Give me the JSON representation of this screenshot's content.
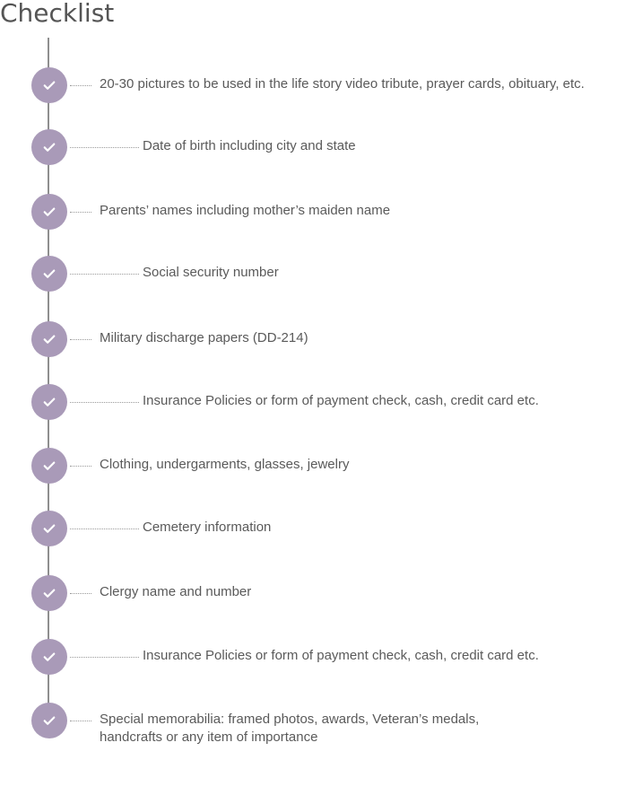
{
  "title": "Checklist",
  "accent_color": "#a99ab8",
  "items": [
    {
      "label": "20-30 pictures to be used in the life story video tribute, prayer cards, obituary, etc."
    },
    {
      "label": "Date of birth including city and state"
    },
    {
      "label": "Parents’ names including mother’s maiden name"
    },
    {
      "label": "Social security number"
    },
    {
      "label": "Military discharge papers (DD-214)"
    },
    {
      "label": "Insurance Policies or form of payment check, cash, credit card etc."
    },
    {
      "label": "Clothing, undergarments, glasses, jewelry"
    },
    {
      "label": "Cemetery information"
    },
    {
      "label": "Clergy name and number"
    },
    {
      "label": "Insurance Policies or form of payment check, cash, credit card etc."
    },
    {
      "label": "Special memorabilia: framed photos, awards, Veteran’s medals,",
      "label2": "handcrafts or any item of importance"
    }
  ]
}
